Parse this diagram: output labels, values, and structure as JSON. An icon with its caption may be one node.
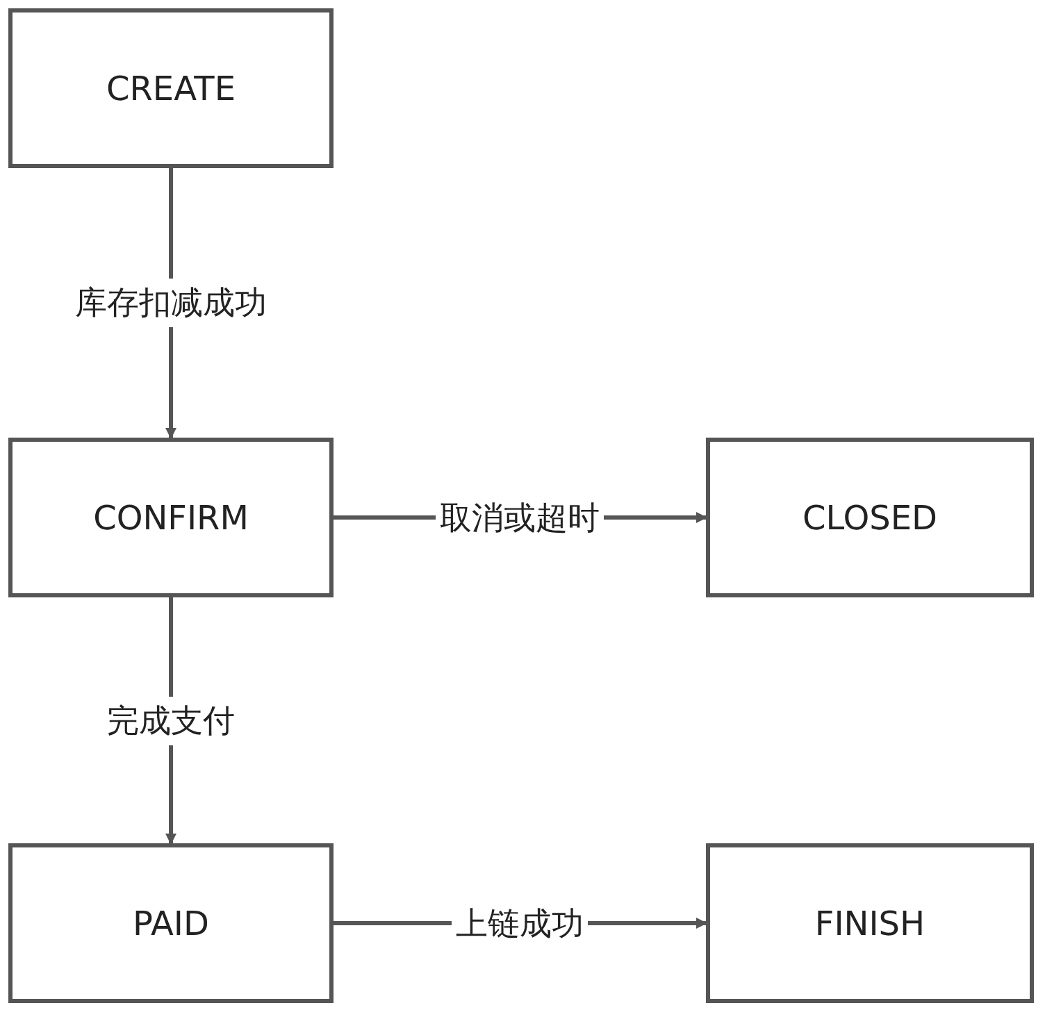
{
  "diagram": {
    "nodes": [
      {
        "text": [
          "CREATE"
        ]
      },
      {
        "text": [
          "CONFIRM"
        ]
      },
      {
        "text": [
          "CLOSED"
        ]
      },
      {
        "text": [
          "PAID"
        ]
      },
      {
        "text": [
          "FINISH"
        ]
      }
    ],
    "edges": [
      {
        "from": 0,
        "to": 1,
        "arrow": "to",
        "label": "库存扣减成功"
      },
      {
        "from": 1,
        "to": 2,
        "arrow": "to",
        "label": "取消或超时"
      },
      {
        "from": 1,
        "to": 3,
        "arrow": "to",
        "label": "完成支付"
      },
      {
        "from": 3,
        "to": 4,
        "arrow": "to",
        "label": "上链成功"
      }
    ]
  }
}
